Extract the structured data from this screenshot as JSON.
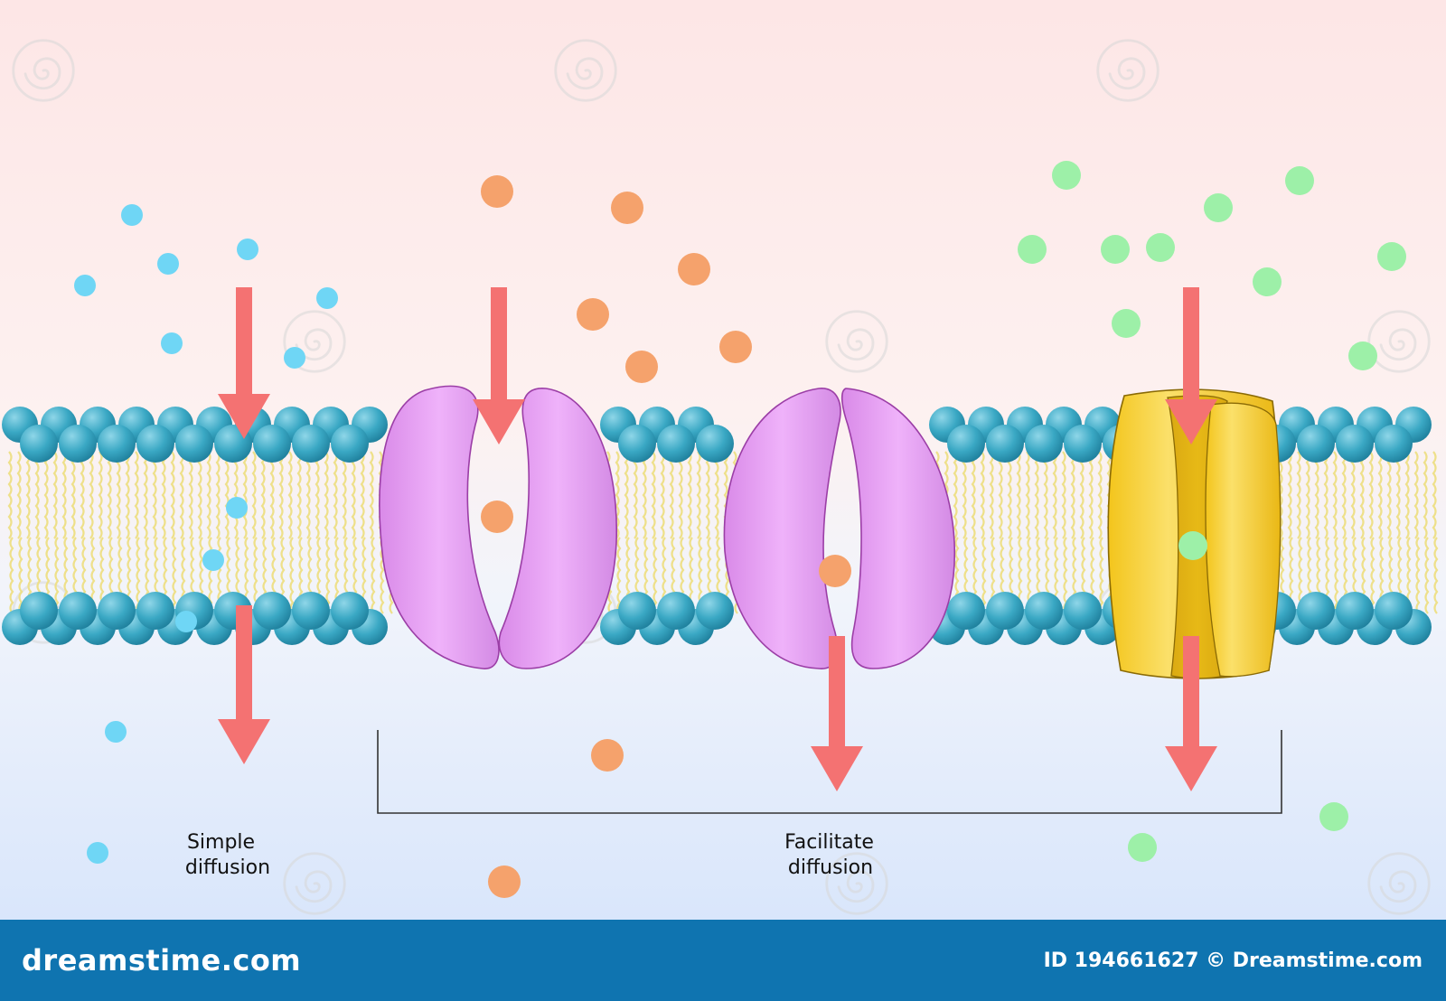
{
  "labels": {
    "simple_line1": "Simple",
    "simple_line2": "diffusion",
    "facilitate_line1": "Facilitate",
    "facilitate_line2": "diffusion"
  },
  "footer": {
    "logo": "dreamstime.com",
    "credit": "ID 194661627 © Dreamstime.com"
  },
  "colors": {
    "background_top": "#fde6e6",
    "background_bottom": "#dbe8fb",
    "phospholipid_head": "#3aa8c4",
    "lipid_tail": "#eee08a",
    "channel_protein": "#e29af0",
    "carrier_protein": "#f2c21a",
    "arrow": "#f47272",
    "molecule_blue": "#6fd6f5",
    "molecule_orange": "#f5a26c",
    "molecule_green": "#9df0a8",
    "bracket": "#333333",
    "footer_bar": "#0f74b0"
  },
  "icons": [
    "watermark-spiral-icon"
  ]
}
